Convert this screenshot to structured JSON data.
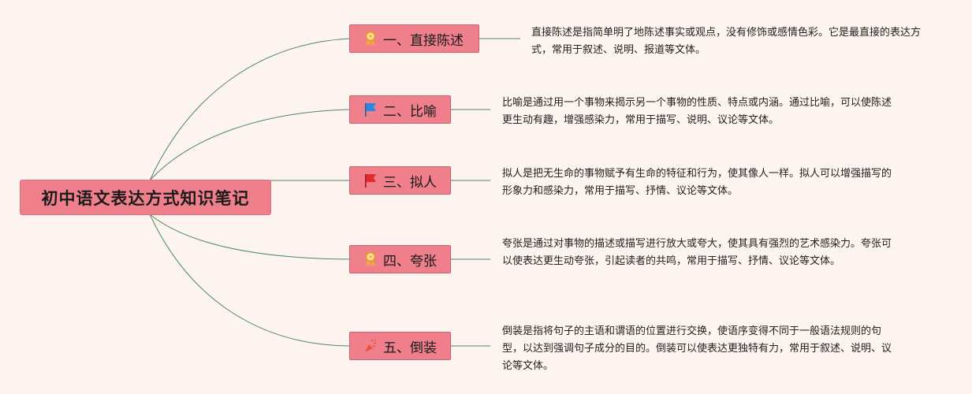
{
  "root": {
    "title": "初中语文表达方式知识笔记"
  },
  "branches": [
    {
      "label": "一、直接陈述",
      "icon": "award-ribbon-icon",
      "note": "直接陈述是指简单明了地陈述事实或观点，没有修饰或感情色彩。它是最直接的表达方式，常用于叙述、说明、报道等文体。"
    },
    {
      "label": "二、比喻",
      "icon": "blue-flag-icon",
      "note": "比喻是通过用一个事物来揭示另一个事物的性质、特点或内涵。通过比喻，可以使陈述更生动有趣，增强感染力，常用于描写、说明、议论等文体。"
    },
    {
      "label": "三、拟人",
      "icon": "red-flag-icon",
      "note": "拟人是把无生命的事物赋予有生命的特征和行为，使其像人一样。拟人可以增强描写的形象力和感染力，常用于描写、抒情、议论等文体。"
    },
    {
      "label": "四、夸张",
      "icon": "award-ribbon-icon",
      "note": "夸张是通过对事物的描述或描写进行放大或夸大，使其具有强烈的艺术感染力。夸张可以使表达更生动夸张，引起读者的共鸣，常用于描写、抒情、议论等文体。"
    },
    {
      "label": "五、倒装",
      "icon": "party-popper-icon",
      "note": "倒装是指将句子的主语和谓语的位置进行交换，使语序变得不同于一般语法规则的句型，以达到强调句子成分的目的。倒装可以使表达更独特有力，常用于叙述、说明、议论等文体。"
    }
  ],
  "colors": {
    "node_fill": "#ee7f8b",
    "line": "#4f8a63",
    "background": "#fdf3ef"
  }
}
